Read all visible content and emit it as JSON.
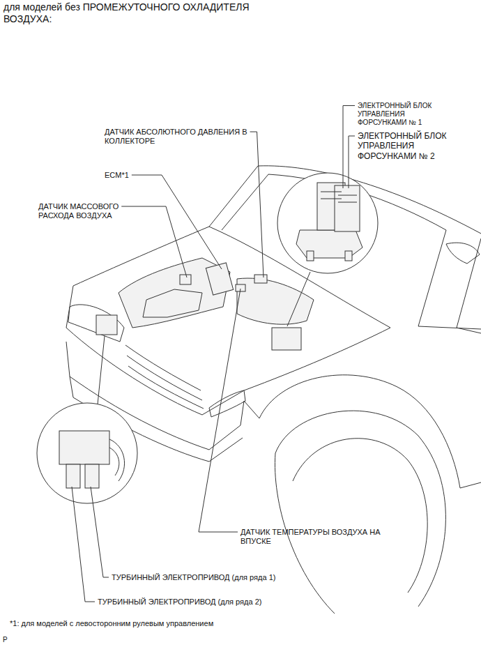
{
  "diagram": {
    "title": "для моделей без ПРОМЕЖУТОЧНОГО ОХЛАДИТЕЛЯ ВОЗДУХА:",
    "labels": [
      "ЭЛЕКТРОННЫЙ БЛОК УПРАВЛЕНИЯ ФОРСУНКАМИ № 1",
      "ЭЛЕКТРОННЫЙ БЛОК УПРАВЛЕНИЯ ФОРСУНКАМИ № 2",
      "ДАТЧИК АБСОЛЮТНОГО ДАВЛЕНИЯ В КОЛЛЕКТОРЕ",
      "ECM*1",
      "ДАТЧИК МАССОВОГО РАСХОДА ВОЗДУХА",
      "ДАТЧИК ТЕМПЕРАТУРЫ ВОЗДУХА НА ВПУСКЕ",
      "ТУРБИННЫЙ ЭЛЕКТРОПРИВОД (для ряда 1)",
      "ТУРБИННЫЙ ЭЛЕКТРОПРИВОД (для ряда 2)",
      "*1: для моделей с левосторонним рулевым управлением",
      "P"
    ]
  }
}
